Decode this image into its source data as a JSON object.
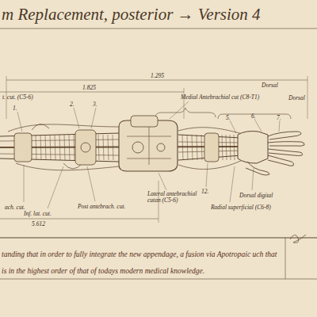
{
  "diagram": {
    "title": "m Replacement, posterior → Version 4",
    "caption": "tanding that in order to fully integrate the new appendage, a fusion via Apotropaic uch that is in the highest order of that of todays modern medical knowledge.",
    "labels": [
      "1.295",
      "1.825",
      "t. cut. (C5-6)",
      "1.",
      "2.",
      "3.",
      "Medial Antebrachial cut (C8-T1)",
      "Dorsal",
      "Dorsal",
      "5.",
      "6.",
      "7.",
      "ach. cut.",
      "Inf. lat. cut.",
      "Post antebrach. cut.",
      "Lateral antebrachial cutan (C5-6)",
      "12.",
      "Dorsal digital",
      "Radial superficial (C6-8)",
      "5.612"
    ]
  }
}
